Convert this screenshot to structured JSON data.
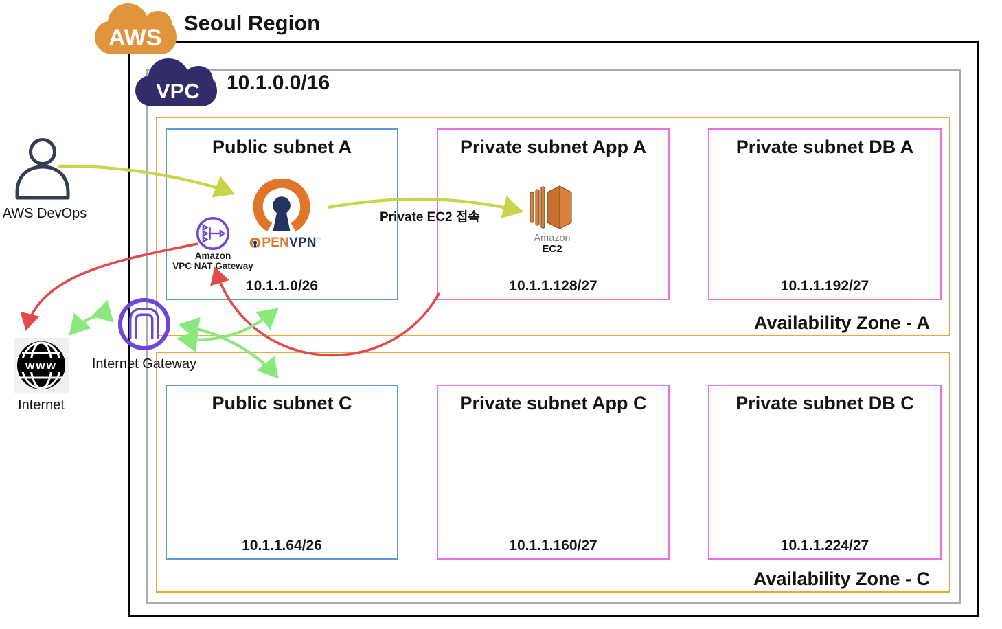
{
  "header": {
    "aws_badge": "AWS",
    "region_label": "Seoul Region"
  },
  "vpc": {
    "badge": "VPC",
    "cidr": "10.1.0.0/16"
  },
  "zones": {
    "a": {
      "label": "Availability Zone - A"
    },
    "c": {
      "label": "Availability Zone - C"
    }
  },
  "subnets": {
    "public_a": {
      "title": "Public subnet A",
      "cidr": "10.1.1.0/26"
    },
    "app_a": {
      "title": "Private subnet App A",
      "cidr": "10.1.1.128/27"
    },
    "db_a": {
      "title": "Private subnet DB A",
      "cidr": "10.1.1.192/27"
    },
    "public_c": {
      "title": "Public subnet C",
      "cidr": "10.1.1.64/26"
    },
    "app_c": {
      "title": "Private subnet App C",
      "cidr": "10.1.1.160/27"
    },
    "db_c": {
      "title": "Private subnet DB C",
      "cidr": "10.1.1.224/27"
    }
  },
  "actors": {
    "devops": {
      "label": "AWS DevOps"
    },
    "internet": {
      "label": "Internet",
      "glyph": "www"
    }
  },
  "gateways": {
    "igw": {
      "label": "Internet Gateway"
    },
    "nat": {
      "line1": "Amazon",
      "line2": "VPC NAT Gateway"
    }
  },
  "services": {
    "ec2": {
      "line1": "Amazon",
      "line2": "EC2"
    },
    "openvpn": {
      "pen": "PEN",
      "vpn": "VPN",
      "tm": "™"
    }
  },
  "annotations": {
    "ec2_access": "Private EC2 접속"
  },
  "colors": {
    "region_border": "#000000",
    "vpc_border": "#ababab",
    "az_border": "#f0a53c",
    "public_subnet_border": "#5b9bd5",
    "private_subnet_border": "#f06ce2",
    "arrow_yellow_green": "#c8d44b",
    "arrow_green": "#8be87d",
    "arrow_red": "#e14b4b",
    "aws_cloud_orange": "#e0953c",
    "vpc_cloud_navy": "#322d69",
    "gateway_purple": "#6d48d8",
    "openvpn_orange": "#e0762a",
    "openvpn_navy": "#24335f",
    "ec2_orange": "#d9813e"
  }
}
